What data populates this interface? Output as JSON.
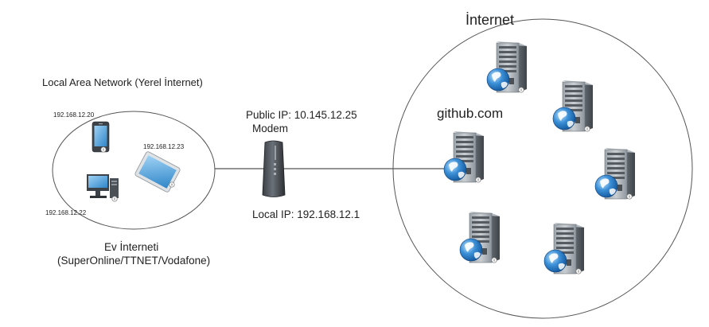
{
  "lan": {
    "title": "Local Area Network (Yerel İnternet)",
    "phone_ip": "192.168.12.20",
    "tablet_ip": "192.168.12.23",
    "pc_ip": "192.168.12.22",
    "caption_line1": "Ev İnterneti",
    "caption_line2": "(SuperOnline/TTNET/Vodafone)"
  },
  "modem": {
    "public_ip": "Public IP: 10.145.12.25",
    "label": "Modem",
    "local_ip": "Local IP: 192.168.12.1"
  },
  "internet": {
    "title": "İnternet",
    "github_label": "github.com"
  },
  "icons": {
    "phone": "smartphone-icon",
    "tablet": "tablet-icon",
    "pc": "desktop-computer-icon",
    "modem": "modem-icon",
    "server": "server-globe-icon"
  }
}
